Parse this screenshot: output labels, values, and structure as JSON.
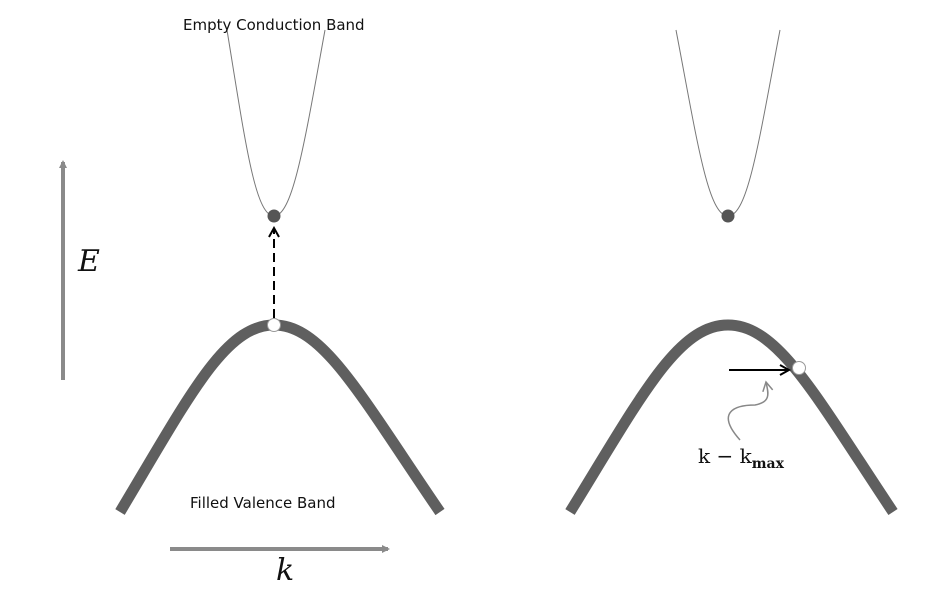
{
  "labels": {
    "conduction_band": "Empty Conduction Band",
    "valence_band": "Filled Valence Band",
    "energy_axis": "E",
    "momentum_axis": "k",
    "k_offset_main": "k − k",
    "k_offset_sub": "max"
  },
  "colors": {
    "band": "#5f5f5f",
    "axis": "#8a8a8a",
    "thin_curve": "#777777",
    "electron": "#555555"
  }
}
